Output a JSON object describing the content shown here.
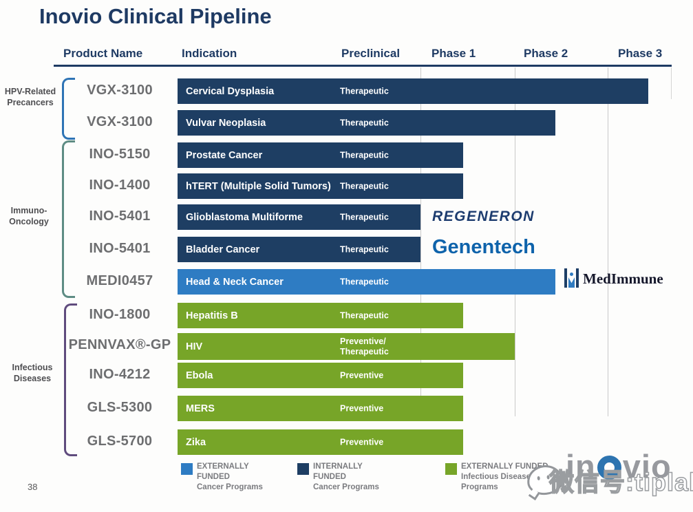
{
  "title": "Inovio Clinical Pipeline",
  "page_number": "38",
  "header": {
    "columns": [
      "Product Name",
      "Indication",
      "Preclinical",
      "Phase 1",
      "Phase 2",
      "Phase 3"
    ]
  },
  "groups": [
    {
      "label": "HPV-Related\nPrecancers",
      "bracket_color": "#2e74b5"
    },
    {
      "label": "Immuno-\nOncology",
      "bracket_color": "#5e8c84"
    },
    {
      "label": "Infectious\nDiseases",
      "bracket_color": "#5f4b7d"
    }
  ],
  "chart_data": {
    "type": "bar",
    "orientation": "horizontal",
    "title": "Inovio Clinical Pipeline",
    "phase_axis": {
      "labels": [
        "Preclinical",
        "Phase 1",
        "Phase 2",
        "Phase 3"
      ],
      "range": [
        0,
        4
      ]
    },
    "rows": [
      {
        "group": "HPV-Related Precancers",
        "product": "VGX-3100",
        "indication": "Cervical Dysplasia",
        "program_type": "Therapeutic",
        "funding": "internal_cancer",
        "stage_reached": 3.63
      },
      {
        "group": "HPV-Related Precancers",
        "product": "VGX-3100",
        "indication": "Vulvar Neoplasia",
        "program_type": "Therapeutic",
        "funding": "internal_cancer",
        "stage_reached": 2.44
      },
      {
        "group": "Immuno-Oncology",
        "product": "INO-5150",
        "indication": "Prostate Cancer",
        "program_type": "Therapeutic",
        "funding": "internal_cancer",
        "stage_reached": 1.45
      },
      {
        "group": "Immuno-Oncology",
        "product": "INO-1400",
        "indication": "hTERT (Multiple Solid Tumors)",
        "program_type": "Therapeutic",
        "funding": "internal_cancer",
        "stage_reached": 1.45
      },
      {
        "group": "Immuno-Oncology",
        "product": "INO-5401",
        "indication": "Glioblastoma Multiforme",
        "program_type": "Therapeutic",
        "funding": "internal_cancer",
        "stage_reached": 1.0,
        "partner": "REGENERON"
      },
      {
        "group": "Immuno-Oncology",
        "product": "INO-5401",
        "indication": "Bladder Cancer",
        "program_type": "Therapeutic",
        "funding": "internal_cancer",
        "stage_reached": 1.0,
        "partner": "Genentech"
      },
      {
        "group": "Immuno-Oncology",
        "product": "MEDI0457",
        "indication": "Head & Neck Cancer",
        "program_type": "Therapeutic",
        "funding": "external_cancer",
        "stage_reached": 2.44,
        "partner": "MedImmune"
      },
      {
        "group": "Infectious Diseases",
        "product": "INO-1800",
        "indication": "Hepatitis B",
        "program_type": "Therapeutic",
        "funding": "external_infectious",
        "stage_reached": 1.45
      },
      {
        "group": "Infectious Diseases",
        "product": "PENNVAX®-GP",
        "indication": "HIV",
        "program_type": "Preventive/\nTherapeutic",
        "funding": "external_infectious",
        "stage_reached": 2.0
      },
      {
        "group": "Infectious Diseases",
        "product": "INO-4212",
        "indication": "Ebola",
        "program_type": "Preventive",
        "funding": "external_infectious",
        "stage_reached": 1.45
      },
      {
        "group": "Infectious Diseases",
        "product": "GLS-5300",
        "indication": "MERS",
        "program_type": "Preventive",
        "funding": "external_infectious",
        "stage_reached": 1.45
      },
      {
        "group": "Infectious Diseases",
        "product": "GLS-5700",
        "indication": "Zika",
        "program_type": "Preventive",
        "funding": "external_infectious",
        "stage_reached": 1.45
      }
    ]
  },
  "partners": {
    "regeneron": "REGENERON",
    "genentech": "Genentech",
    "medimmune": "MedImmune"
  },
  "legend": {
    "items": [
      {
        "label": "EXTERNALLY\nFUNDED\nCancer Programs",
        "funding": "external_cancer"
      },
      {
        "label": "INTERNALLY\nFUNDED\nCancer Programs",
        "funding": "internal_cancer"
      },
      {
        "label": "EXTERNALLY FUNDED\nInfectious Disease\nPrograms",
        "funding": "external_infectious"
      }
    ]
  },
  "watermark": {
    "text": "微信号:tiplab",
    "logo_text_left": "in",
    "logo_text_right": "vio"
  },
  "colors": {
    "internal_cancer": "#1e3e63",
    "external_cancer": "#2e7cc3",
    "external_infectious": "#77a528",
    "title": "#1e3a63",
    "gridline": "#c9c9c9"
  }
}
